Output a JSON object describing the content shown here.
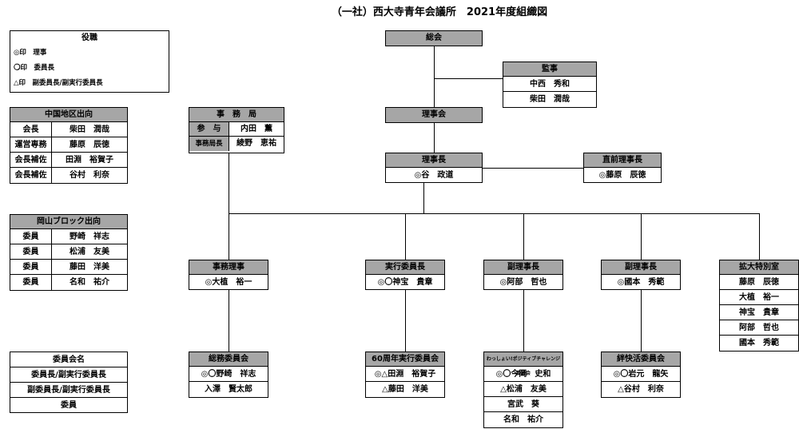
{
  "title": "（一社）西大寺青年会議所　2021年度組織図",
  "legend": {
    "title": "役職",
    "items": [
      "◎印　理事",
      "〇印　委員長",
      "△印　副委員長/副実行委員長"
    ]
  },
  "chugoku": {
    "title": "中国地区出向",
    "rows": [
      {
        "role": "会長",
        "name": "柴田　潤哉"
      },
      {
        "role": "運営専務",
        "name": "藤原　辰徳"
      },
      {
        "role": "会長補佐",
        "name": "田淵　裕賀子"
      },
      {
        "role": "会長補佐",
        "name": "谷村　利奈"
      }
    ]
  },
  "okayama": {
    "title": "岡山ブロック出向",
    "rows": [
      {
        "role": "委員",
        "name": "野崎　祥志"
      },
      {
        "role": "委員",
        "name": "松浦　友美"
      },
      {
        "role": "委員",
        "name": "藤田　洋美"
      },
      {
        "role": "委員",
        "name": "名和　祐介"
      }
    ]
  },
  "committee_names": {
    "title": "委員会名",
    "rows": [
      "委員長/副実行委員長",
      "副委員長/副実行委員長",
      "委員"
    ]
  },
  "jimukyoku": {
    "title": "事　務　局",
    "rows": [
      {
        "role": "参　与",
        "name": "内田　薫"
      },
      {
        "role": "事務局長",
        "name": "綾野　恵祐"
      }
    ]
  },
  "soukai": {
    "title": "総会"
  },
  "kanji": {
    "title": "監事",
    "rows": [
      "中西　秀和",
      "柴田　潤哉"
    ]
  },
  "rijikai": {
    "title": "理事会"
  },
  "rijicho": {
    "title": "理事長",
    "rows": [
      "◎谷　政道"
    ]
  },
  "chokuzen": {
    "title": "直前理事長",
    "rows": [
      "◎藤原　辰徳"
    ]
  },
  "jimuriji": {
    "title": "事務理事",
    "rows": [
      "◎大植　裕一"
    ]
  },
  "jikko": {
    "title": "実行委員長",
    "rows": [
      "◎〇神宝　貴章"
    ]
  },
  "fuku1": {
    "title": "副理事長",
    "rows": [
      "◎阿部　哲也"
    ]
  },
  "fuku2": {
    "title": "副理事長",
    "rows": [
      "◎國本　秀範"
    ]
  },
  "kakudai": {
    "title": "拡大特別室",
    "rows": [
      "藤原　辰徳",
      "大植　裕一",
      "神宝　貴章",
      "阿部　哲也",
      "國本　秀範"
    ]
  },
  "somu": {
    "title": "総務委員会",
    "rows": [
      "◎〇野崎　祥志",
      "入澤　賢太郎"
    ]
  },
  "sixty": {
    "title": "60周年実行委員会",
    "rows": [
      "◎△田淵　裕賀子",
      "△藤田　洋美"
    ]
  },
  "washoi": {
    "title": "わっしょい!ポジティブチャレンジ委員会",
    "rows": [
      "◎〇今岡　史和",
      "△松浦　友美",
      "宮武　葵",
      "名和　祐介"
    ]
  },
  "kizuna": {
    "title": "絆快活委員会",
    "rows": [
      "◎〇岩元　龍矢",
      "△谷村　利奈"
    ]
  }
}
